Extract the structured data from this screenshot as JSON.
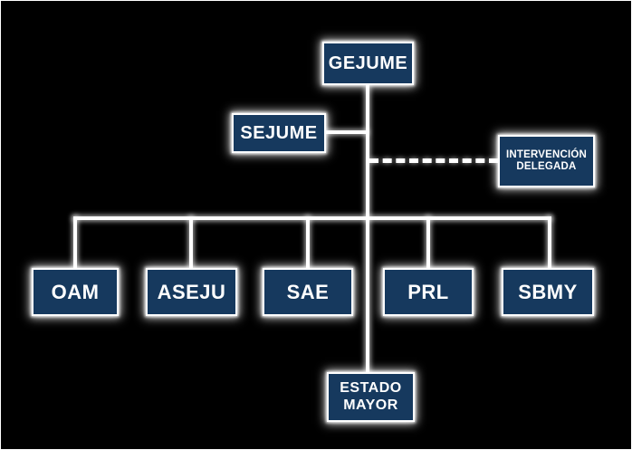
{
  "diagram": {
    "type": "org-chart",
    "nodes": {
      "gejume": {
        "label": "GEJUME"
      },
      "sejume": {
        "label": "SEJUME"
      },
      "intervencion_delegada": {
        "line1": "INTERVENCIÓN",
        "line2": "DELEGADA"
      },
      "oam": {
        "label": "OAM"
      },
      "aseju": {
        "label": "ASEJU"
      },
      "sae": {
        "label": "SAE"
      },
      "prl": {
        "label": "PRL"
      },
      "sbmy": {
        "label": "SBMY"
      },
      "estado_mayor": {
        "line1": "ESTADO",
        "line2": "MAYOR"
      }
    },
    "edges": [
      {
        "from": "GEJUME",
        "to": "SEJUME",
        "style": "solid"
      },
      {
        "from": "GEJUME",
        "to": "INTERVENCIÓN DELEGADA",
        "style": "dashed"
      },
      {
        "from": "GEJUME",
        "to": "OAM",
        "style": "solid"
      },
      {
        "from": "GEJUME",
        "to": "ASEJU",
        "style": "solid"
      },
      {
        "from": "GEJUME",
        "to": "SAE",
        "style": "solid"
      },
      {
        "from": "GEJUME",
        "to": "PRL",
        "style": "solid"
      },
      {
        "from": "GEJUME",
        "to": "SBMY",
        "style": "solid"
      },
      {
        "from": "GEJUME",
        "to": "ESTADO MAYOR",
        "style": "solid"
      }
    ]
  },
  "colors": {
    "node-fill": "#16395e",
    "node-border": "#ffffff",
    "line": "#ffffff",
    "background": "#000000"
  }
}
